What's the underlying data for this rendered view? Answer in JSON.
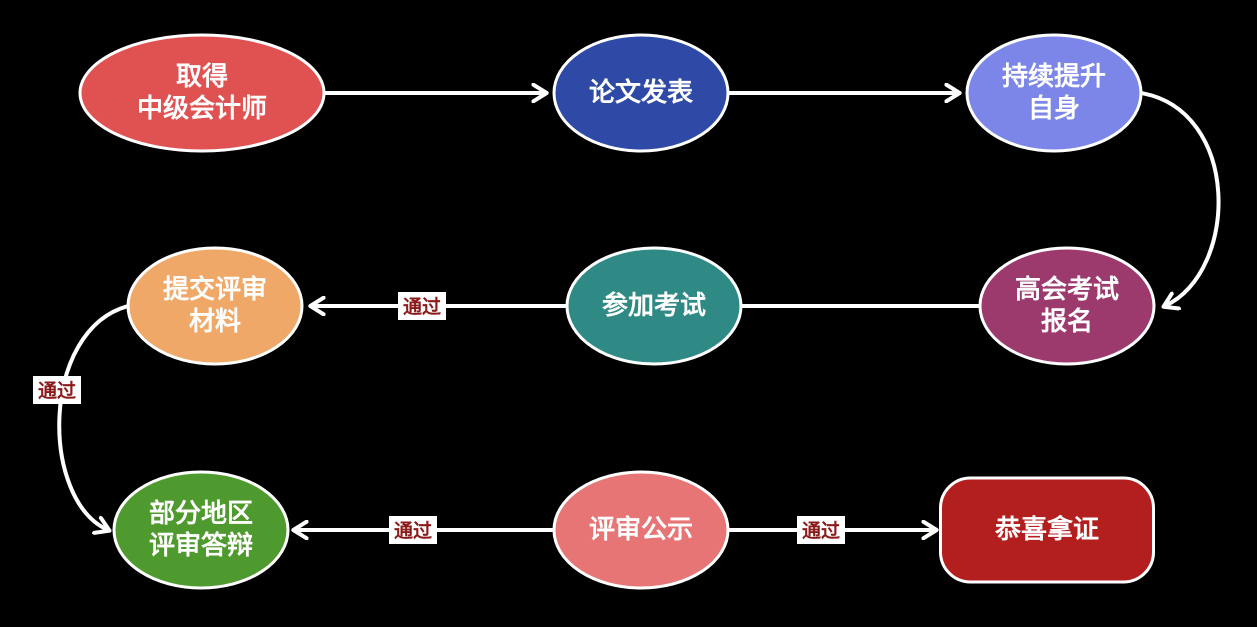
{
  "nodes": [
    {
      "id": "n1",
      "lines": [
        "取得",
        "中级会计师"
      ],
      "color": "#e05252"
    },
    {
      "id": "n2",
      "lines": [
        "论文发表"
      ],
      "color": "#2e4aa6"
    },
    {
      "id": "n3",
      "lines": [
        "持续提升",
        "自身"
      ],
      "color": "#7b86e8"
    },
    {
      "id": "n4",
      "lines": [
        "高会考试",
        "报名"
      ],
      "color": "#9c3a6e"
    },
    {
      "id": "n5",
      "lines": [
        "参加考试"
      ],
      "color": "#2f8a86"
    },
    {
      "id": "n6",
      "lines": [
        "提交评审",
        "材料"
      ],
      "color": "#f0a868"
    },
    {
      "id": "n7",
      "lines": [
        "部分地区",
        "评审答辩"
      ],
      "color": "#4f9a2e"
    },
    {
      "id": "n8",
      "lines": [
        "评审公示"
      ],
      "color": "#e87575"
    },
    {
      "id": "n9",
      "lines": [
        "恭喜拿证"
      ],
      "color": "#b31f1f"
    }
  ],
  "edges": [
    {
      "from": "n1",
      "to": "n2",
      "label": ""
    },
    {
      "from": "n2",
      "to": "n3",
      "label": ""
    },
    {
      "from": "n3",
      "to": "n4",
      "label": ""
    },
    {
      "from": "n4",
      "to": "n5",
      "label": ""
    },
    {
      "from": "n5",
      "to": "n6",
      "label": "通过"
    },
    {
      "from": "n6",
      "to": "n7",
      "label": "通过"
    },
    {
      "from": "n8",
      "to": "n7",
      "label": "通过"
    },
    {
      "from": "n8",
      "to": "n9",
      "label": "通过"
    }
  ]
}
